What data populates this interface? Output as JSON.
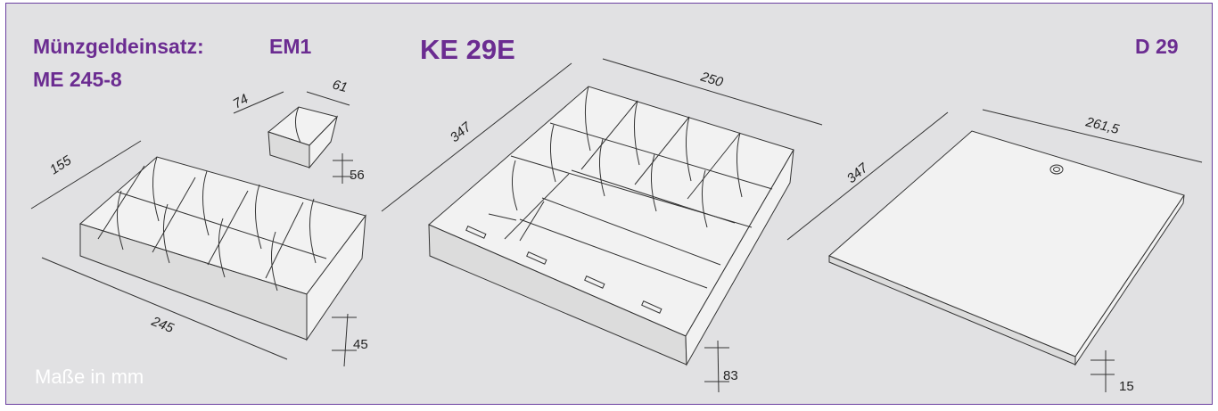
{
  "titles": {
    "insert_label": "Münzgeldeinsatz:",
    "insert_model": "ME 245-8",
    "em1": "EM1",
    "ke29e": "KE 29E",
    "d29": "D 29"
  },
  "units_note": "Maße in mm",
  "dimensions": {
    "me_width": "155",
    "me_length": "245",
    "me_height": "45",
    "em1_depth": "74",
    "em1_width": "61",
    "em1_height": "56",
    "ke_length": "347",
    "ke_width": "250",
    "ke_height": "83",
    "d_length": "347",
    "d_width": "261,5",
    "d_height": "15"
  },
  "colors": {
    "title": "#6b2c91",
    "background": "#e1e1e3",
    "frame": "#6b3fa0",
    "units_note": "#ffffff"
  }
}
